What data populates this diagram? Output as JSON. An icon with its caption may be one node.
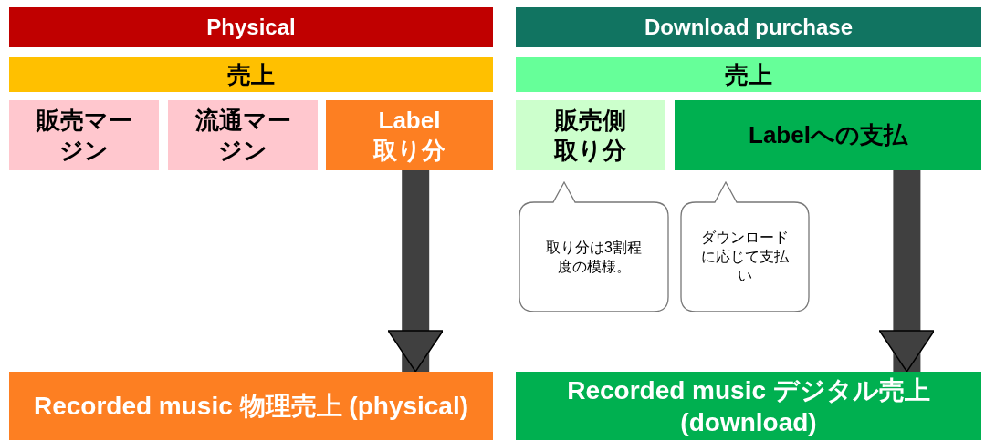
{
  "diagram": {
    "nodes": [
      {
        "text": [
          "Physical"
        ]
      },
      {
        "text": [
          "売上"
        ]
      },
      {
        "text": [
          "販売マージン"
        ]
      },
      {
        "text": [
          "流通マージン"
        ]
      },
      {
        "text": [
          "Label取り分"
        ]
      },
      {
        "text": [
          "Download purchase"
        ]
      },
      {
        "text": [
          "売上"
        ]
      },
      {
        "text": [
          "販売側取り分"
        ]
      },
      {
        "text": [
          "Labelへの支払"
        ]
      },
      {
        "text": [
          "取り分は3割程度の模様。"
        ]
      },
      {
        "text": [
          "ダウンロードに応じて支払い"
        ]
      },
      {
        "text": [
          "Recorded music 物理売上 (physical)"
        ]
      },
      {
        "text": [
          "Recorded music デジタル売上 (download)"
        ]
      }
    ],
    "edges": [
      {
        "from": 4,
        "to": 11,
        "arrow": "to"
      },
      {
        "from": 8,
        "to": 12,
        "arrow": "to"
      }
    ]
  }
}
